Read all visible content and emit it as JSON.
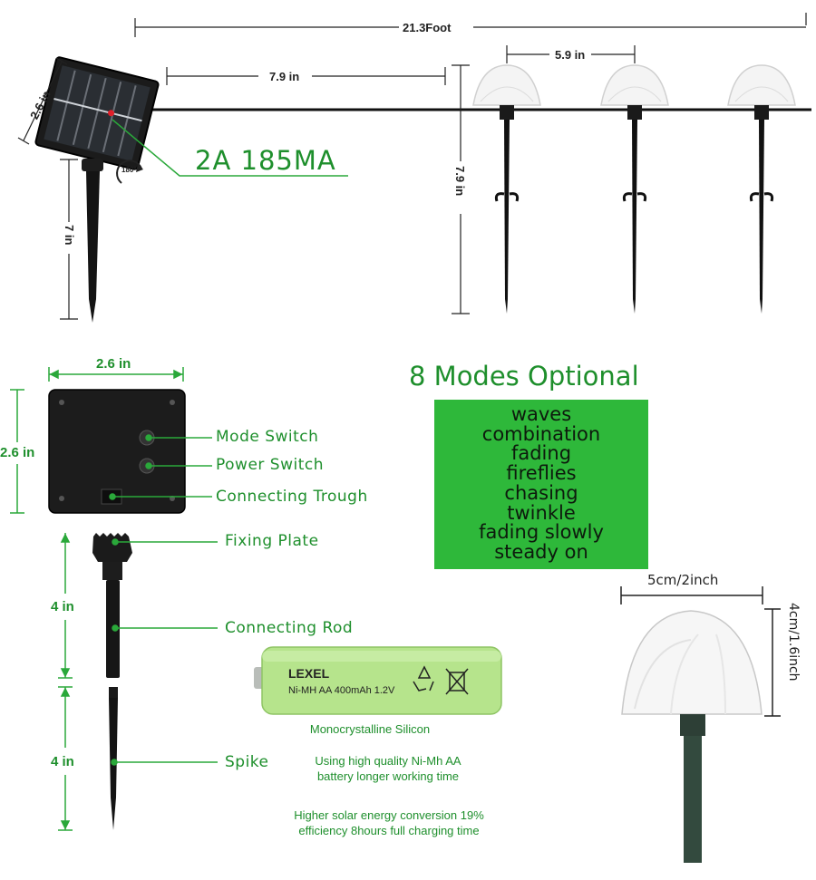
{
  "dimensions": {
    "total_length": "21.3Foot",
    "panel_to_first_light": "7.9 in",
    "light_spacing": "5.9 in",
    "light_height": "7.9 in",
    "panel_side": "2.6 in",
    "panel_stake": "7 in",
    "rotation": "180°"
  },
  "spec_label": "2A 185MA",
  "modes": {
    "title": "8 Modes Optional",
    "items": [
      "waves",
      "combination",
      "fading",
      "fireflies",
      "chasing",
      "twinkle",
      "fading slowly",
      "steady on"
    ]
  },
  "panel_back": {
    "width": "2.6 in",
    "height": "2.6 in",
    "labels": [
      "Mode Switch",
      "Power Switch",
      "Connecting Trough"
    ]
  },
  "stake_parts": {
    "fixing_plate": "Fixing Plate",
    "connecting_rod": "Connecting Rod",
    "spike": "Spike",
    "rod_length": "4 in",
    "spike_length": "4 in"
  },
  "battery": {
    "brand": "LEXEL",
    "spec": "Ni-MH AA 400mAh 1.2V",
    "notes": [
      "Monocrystalline Silicon",
      "Using high quality Ni-Mh AA",
      "battery longer working time",
      "Higher solar energy conversion 19%",
      "efficiency 8hours full charging time"
    ]
  },
  "light_head": {
    "width": "5cm/2inch",
    "height": "4cm/1.6inch"
  },
  "colors": {
    "accent_green": "#1e8f2c",
    "modes_box": "#2eb83a",
    "battery": "#b6e48c"
  }
}
